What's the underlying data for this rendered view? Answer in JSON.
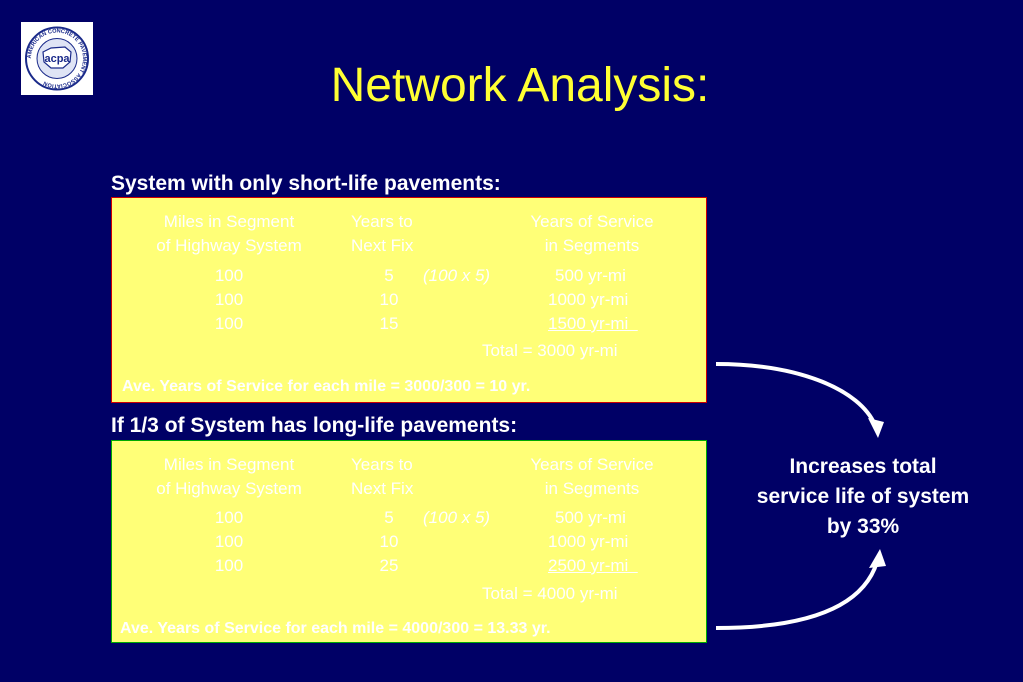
{
  "logo": {
    "text": "AMERICAN CONCRETE PAVEMENT ASSOCIATION",
    "mark": "acpa"
  },
  "title": "Network Analysis:",
  "section1": {
    "label": "System with only short-life pavements:",
    "headers": {
      "miles_line1": "Miles in Segment",
      "miles_line2": "of Highway System",
      "years_line1": "Years to",
      "years_line2": "Next Fix",
      "service_line1": "Years of Service",
      "service_line2": "in Segments"
    },
    "rows": [
      {
        "miles": "100",
        "years": "5",
        "note": "(100 x  5)",
        "service": "500 yr-mi"
      },
      {
        "miles": "100",
        "years": "10",
        "note": "",
        "service": "1000 yr-mi"
      },
      {
        "miles": "100",
        "years": "15",
        "note": "",
        "service": "1500 yr-mi  "
      }
    ],
    "total": "Total = 3000 yr-mi",
    "average": "Ave. Years of Service for each mile = 3000/300 = 10 yr."
  },
  "section2": {
    "label": "If 1/3 of System has long-life pavements:",
    "headers": {
      "miles_line1": "Miles in Segment",
      "miles_line2": "of Highway System",
      "years_line1": "Years to",
      "years_line2": "Next Fix",
      "service_line1": "Years of Service",
      "service_line2": "in Segments"
    },
    "rows": [
      {
        "miles": "100",
        "years": "5",
        "note": "(100 x  5)",
        "service": "500 yr-mi"
      },
      {
        "miles": "100",
        "years": "10",
        "note": "",
        "service": "1000 yr-mi"
      },
      {
        "miles": "100",
        "years": "25",
        "note": "",
        "service": "2500 yr-mi  "
      }
    ],
    "total": "Total = 4000 yr-mi",
    "average": "Ave. Years of Service for each mile = 4000/300 = 13.33 yr."
  },
  "result": {
    "line1": "Increases total",
    "line2": "service life of system",
    "line3": "by 33%"
  },
  "colors": {
    "background": "#000066",
    "title": "#ffff33",
    "box_fill": "#ffff77",
    "box1_border": "#cc0000",
    "box2_border": "#00aa00"
  }
}
